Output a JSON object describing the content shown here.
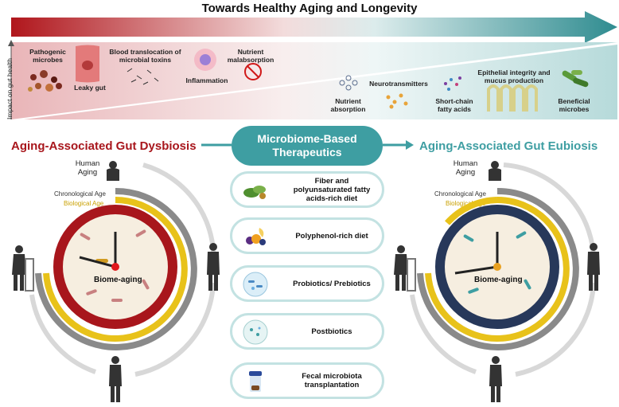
{
  "title": "Towards Healthy Aging and Longevity",
  "y_axis_label": "Impact on gut health",
  "dysbiosis_labels": [
    "Pathogenic microbes",
    "Leaky gut",
    "Blood translocation of microbial toxins",
    "Inflammation",
    "Nutrient malabsorption"
  ],
  "eubiosis_labels": [
    "Nutrient absorption",
    "Neurotransmitters",
    "Short-chain fatty acids",
    "Epithelial integrity and mucus production",
    "Beneficial microbes"
  ],
  "left": {
    "heading": "Aging-Associated Gut Dysbiosis",
    "human_aging": "Human Aging",
    "chronological_age": "Chronological Age",
    "biological_age": "Biological Age",
    "clock_label": "Biome-aging"
  },
  "right": {
    "heading": "Aging-Associated Gut Eubiosis",
    "human_aging": "Human Aging",
    "chronological_age": "Chronological Age",
    "biological_age": "Biological Age",
    "clock_label": "Biome-aging"
  },
  "therapeutics": {
    "title": "Microbiome-Based Therapeutics",
    "items": [
      "Fiber and polyunsaturated fatty acids-rich diet",
      "Polyphenol-rich diet",
      "Probiotics/ Prebiotics",
      "Postbiotics",
      "Fecal microbiota transplantation"
    ]
  },
  "colors": {
    "dysbiosis_red": "#a8161c",
    "eubiosis_teal": "#3e9ea2",
    "biological_age_yellow": "#e8c21a",
    "chronological_age_grey": "#8a8a8a",
    "clock_face": "#f6eee0"
  },
  "icons": [
    "microbes-icon",
    "leaky-gut-cell-icon",
    "toxins-icon",
    "inflammation-icon",
    "no-food-icon",
    "nutrient-molecule-icon",
    "neurotransmitter-icon",
    "scfa-icon",
    "villi-icon",
    "beneficial-microbes-icon",
    "human-figure-icon",
    "vegetables-icon",
    "fruits-icon",
    "petri-dish-icon",
    "stool-jar-icon"
  ]
}
